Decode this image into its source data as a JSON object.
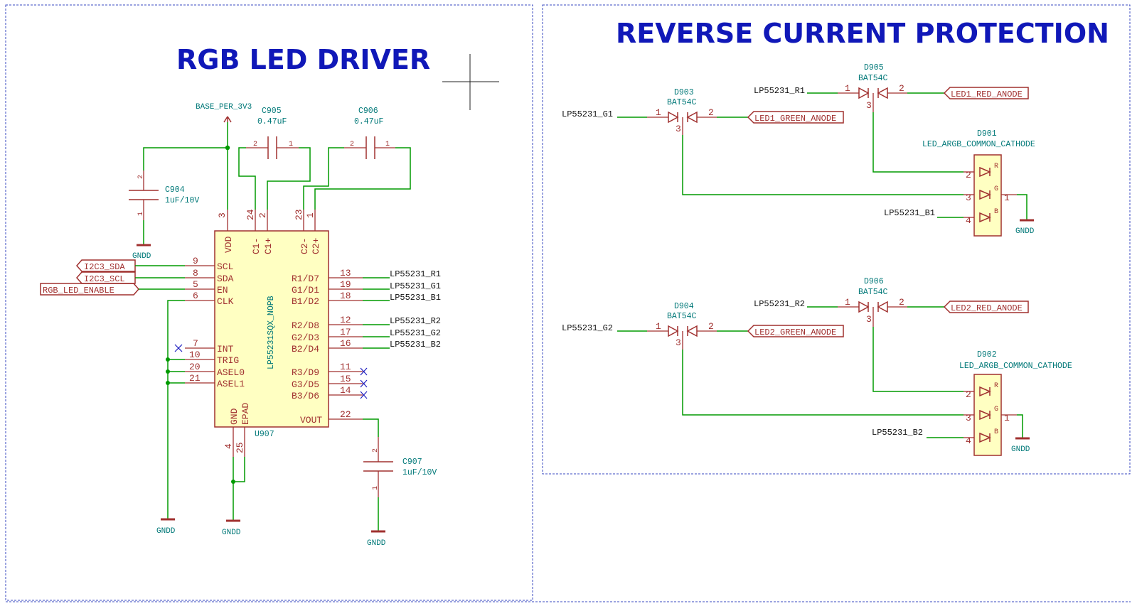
{
  "titles": {
    "left": "RGB LED DRIVER",
    "right": "REVERSE CURRENT PROTECTION"
  },
  "power": {
    "base": "BASE_PER_3V3",
    "gnd": "GNDD"
  },
  "ic": {
    "ref": "U907",
    "value": "LP55231SQX_NOPB",
    "top_pins": [
      {
        "num": "3",
        "name": "VDD"
      },
      {
        "num": "24",
        "name": "C1-"
      },
      {
        "num": "2",
        "name": "C1+"
      },
      {
        "num": "23",
        "name": "C2-"
      },
      {
        "num": "1",
        "name": "C2+"
      }
    ],
    "left_pins": [
      {
        "num": "9",
        "name": "SCL"
      },
      {
        "num": "8",
        "name": "SDA"
      },
      {
        "num": "5",
        "name": "EN"
      },
      {
        "num": "6",
        "name": "CLK"
      },
      {
        "num": "7",
        "name": "INT"
      },
      {
        "num": "10",
        "name": "TRIG"
      },
      {
        "num": "20",
        "name": "ASEL0"
      },
      {
        "num": "21",
        "name": "ASEL1"
      }
    ],
    "right_pins": [
      {
        "num": "13",
        "name": "R1/D7",
        "net": "LP55231_R1"
      },
      {
        "num": "19",
        "name": "G1/D1",
        "net": "LP55231_G1"
      },
      {
        "num": "18",
        "name": "B1/D2",
        "net": "LP55231_B1"
      },
      {
        "num": "12",
        "name": "R2/D8",
        "net": "LP55231_R2"
      },
      {
        "num": "17",
        "name": "G2/D3",
        "net": "LP55231_G2"
      },
      {
        "num": "16",
        "name": "B2/D4",
        "net": "LP55231_B2"
      },
      {
        "num": "11",
        "name": "R3/D9",
        "net": ""
      },
      {
        "num": "15",
        "name": "G3/D5",
        "net": ""
      },
      {
        "num": "14",
        "name": "B3/D6",
        "net": ""
      }
    ],
    "bottom_pins": [
      {
        "num": "4",
        "name": "GND"
      },
      {
        "num": "25",
        "name": "EPAD"
      }
    ],
    "vout": {
      "num": "22",
      "name": "VOUT"
    }
  },
  "global_labels": {
    "sda": "I2C3_SDA",
    "scl": "I2C3_SCL",
    "enable": "RGB_LED_ENABLE",
    "led1_green": "LED1_GREEN_ANODE",
    "led1_red": "LED1_RED_ANODE",
    "led2_green": "LED2_GREEN_ANODE",
    "led2_red": "LED2_RED_ANODE"
  },
  "caps": {
    "c904": {
      "ref": "C904",
      "value": "1uF/10V",
      "p1": "1",
      "p2": "2"
    },
    "c905": {
      "ref": "C905",
      "value": "0.47uF",
      "p1": "1",
      "p2": "2"
    },
    "c906": {
      "ref": "C906",
      "value": "0.47uF",
      "p1": "1",
      "p2": "2"
    },
    "c907": {
      "ref": "C907",
      "value": "1uF/10V",
      "p1": "1",
      "p2": "2"
    }
  },
  "diodes": {
    "d903": {
      "ref": "D903",
      "value": "BAT54C",
      "net": "LP55231_G1",
      "p1": "1",
      "p2": "2",
      "p3": "3"
    },
    "d905": {
      "ref": "D905",
      "value": "BAT54C",
      "net": "LP55231_R1",
      "p1": "1",
      "p2": "2",
      "p3": "3"
    },
    "d904": {
      "ref": "D904",
      "value": "BAT54C",
      "net": "LP55231_G2",
      "p1": "1",
      "p2": "2",
      "p3": "3"
    },
    "d906": {
      "ref": "D906",
      "value": "BAT54C",
      "net": "LP55231_R2",
      "p1": "1",
      "p2": "2",
      "p3": "3"
    }
  },
  "leds": {
    "d901": {
      "ref": "D901",
      "value": "LED_ARGB_COMMON_CATHODE",
      "blue_net": "LP55231_B1",
      "pins": [
        "2",
        "3",
        "4",
        "1"
      ],
      "letters": [
        "R",
        "G",
        "B"
      ]
    },
    "d902": {
      "ref": "D902",
      "value": "LED_ARGB_COMMON_CATHODE",
      "blue_net": "LP55231_B2",
      "pins": [
        "2",
        "3",
        "4",
        "1"
      ],
      "letters": [
        "R",
        "G",
        "B"
      ]
    }
  }
}
